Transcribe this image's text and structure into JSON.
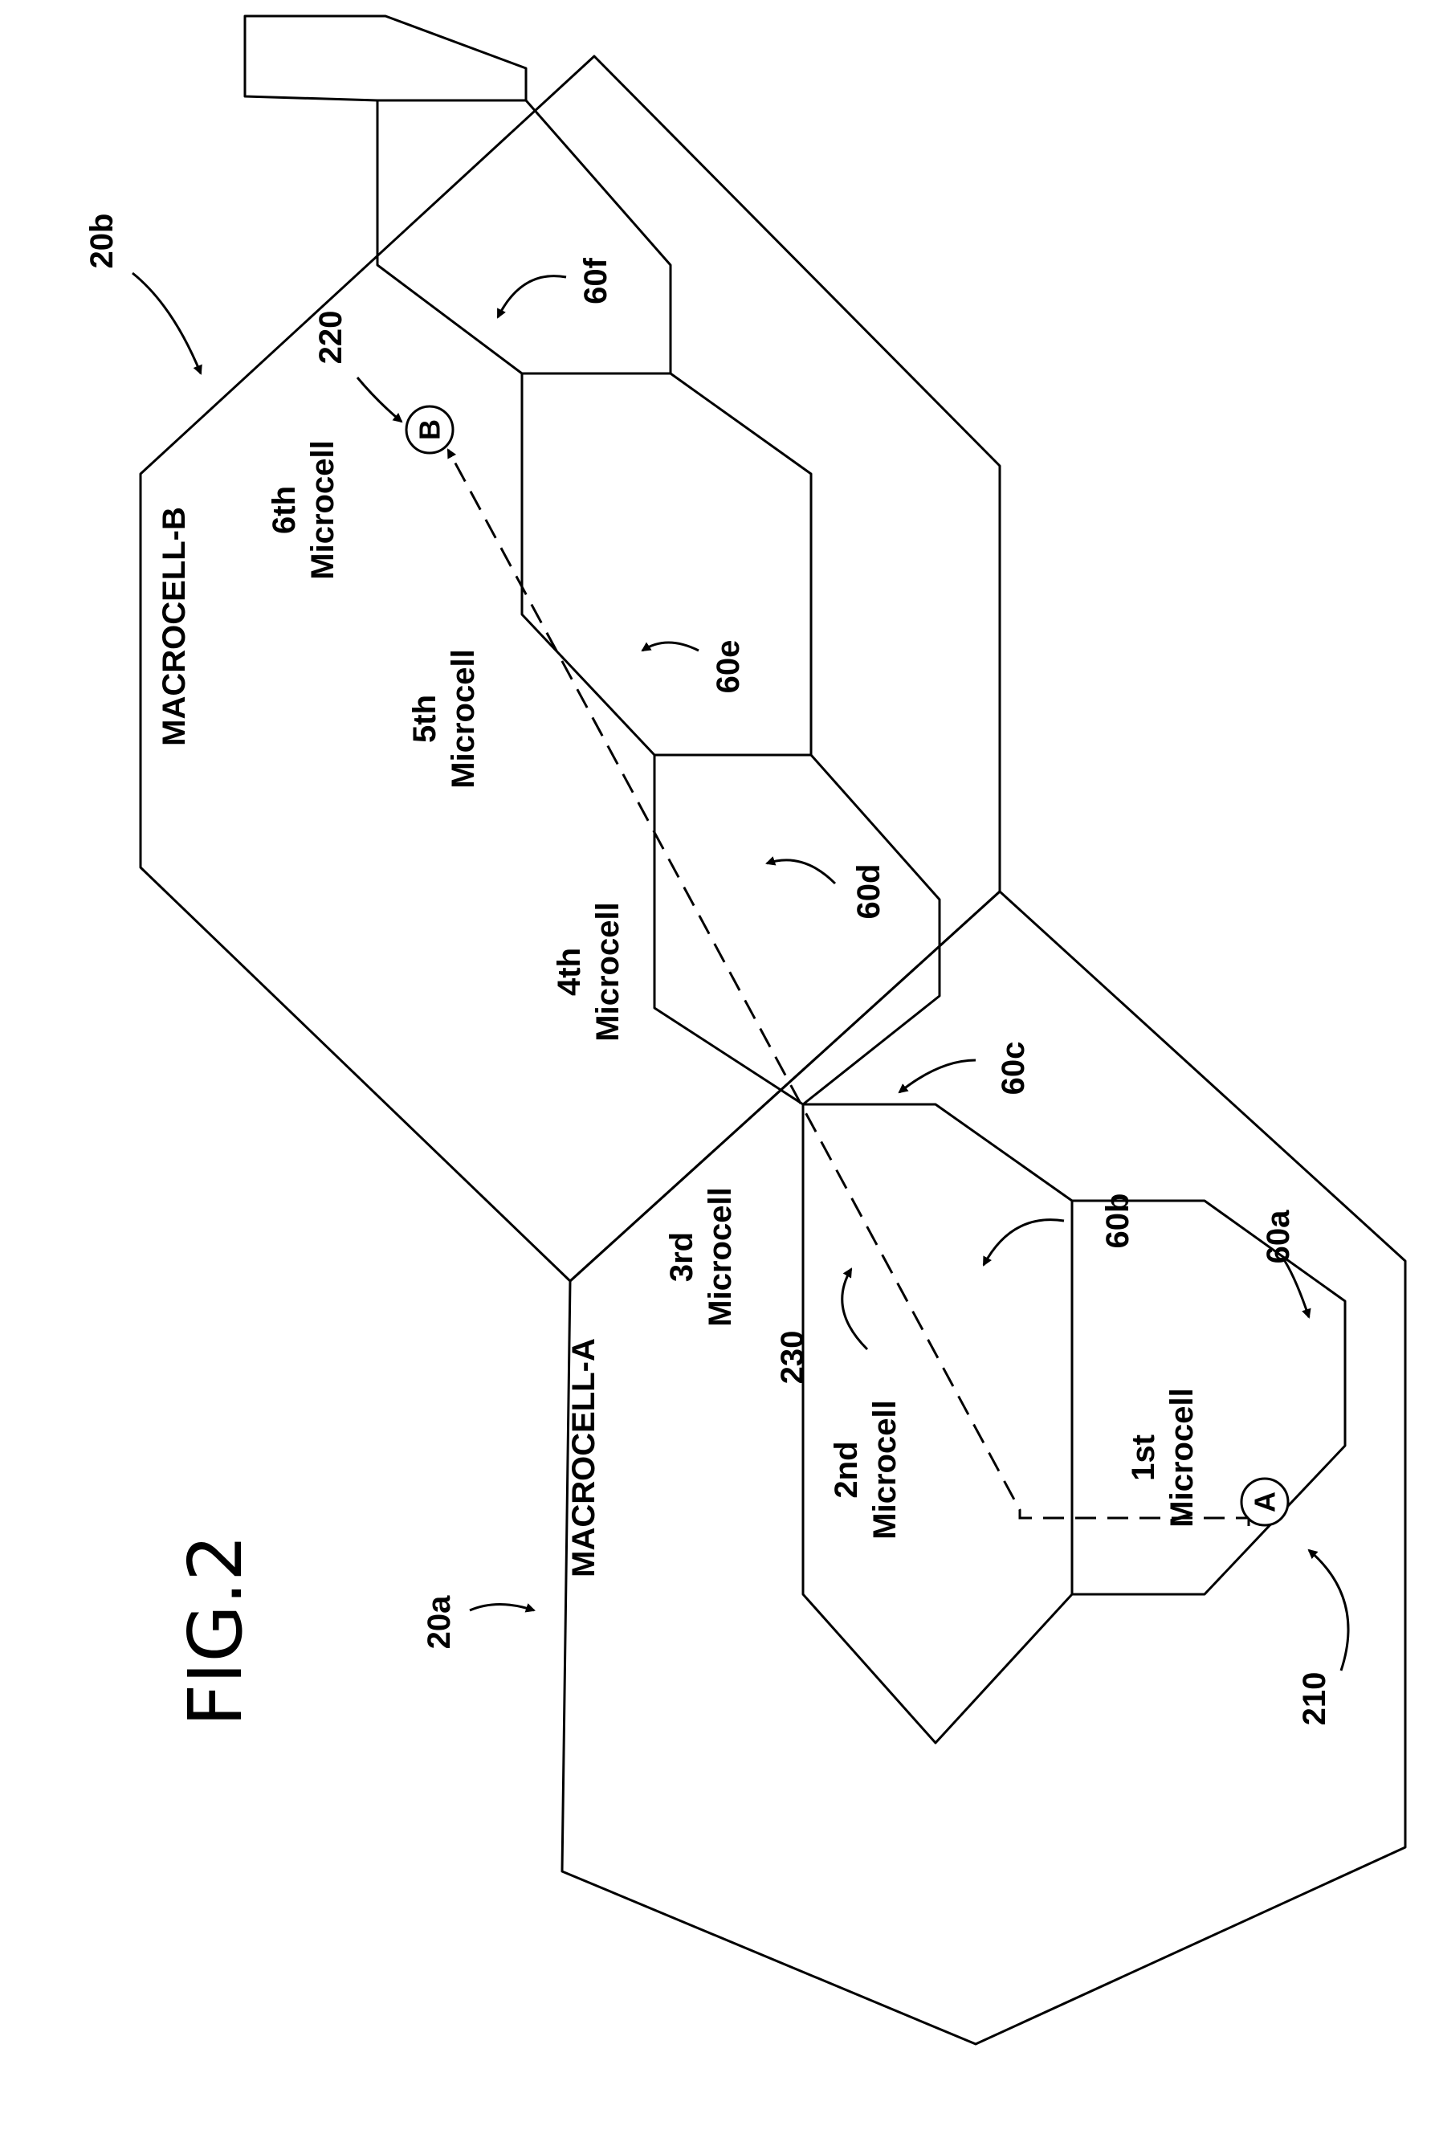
{
  "figure_title": "FIG.2",
  "macrocells": [
    {
      "ref": "20a",
      "label": "MACROCELL-A"
    },
    {
      "ref": "20b",
      "label": "MACROCELL-B"
    }
  ],
  "microcells": [
    {
      "ref": "60a",
      "line1": "1st",
      "line2": "Microcell"
    },
    {
      "ref": "60b",
      "line1": "2nd",
      "line2": "Microcell"
    },
    {
      "ref": "60c",
      "line1": "3rd",
      "line2": "Microcell"
    },
    {
      "ref": "60d",
      "line1": "4th",
      "line2": "Microcell"
    },
    {
      "ref": "60e",
      "line1": "5th",
      "line2": "Microcell"
    },
    {
      "ref": "60f",
      "line1": "6th",
      "line2": "Microcell"
    }
  ],
  "endpoints": [
    {
      "ref": "210",
      "label": "A"
    },
    {
      "ref": "220",
      "label": "B"
    }
  ],
  "path_ref": "230"
}
